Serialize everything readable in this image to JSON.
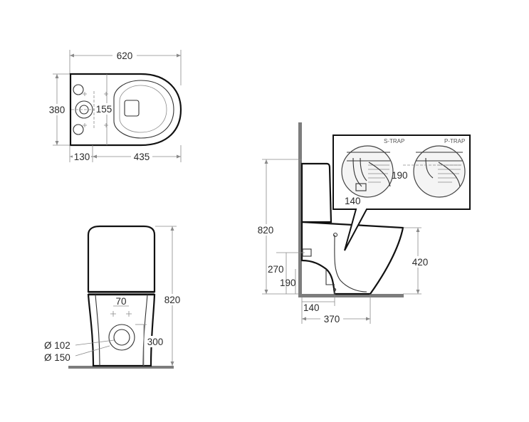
{
  "top_view": {
    "width": "620",
    "depth": "380",
    "center_dim": "155",
    "rear_offset": "130",
    "front_length": "435"
  },
  "front_view": {
    "height": "820",
    "spacing": "70",
    "outlet_height": "300",
    "inner_diameter": "Ø 102",
    "outer_diameter": "Ø 150"
  },
  "side_view": {
    "height": "820",
    "seat_height": "420",
    "inlet_height": "270",
    "outlet_height": "190",
    "wall_offset": "140",
    "length": "370"
  },
  "detail": {
    "s_trap_label": "S-TRAP",
    "p_trap_label": "P-TRAP",
    "s_trap_dim": "140",
    "p_trap_dim": "190"
  }
}
